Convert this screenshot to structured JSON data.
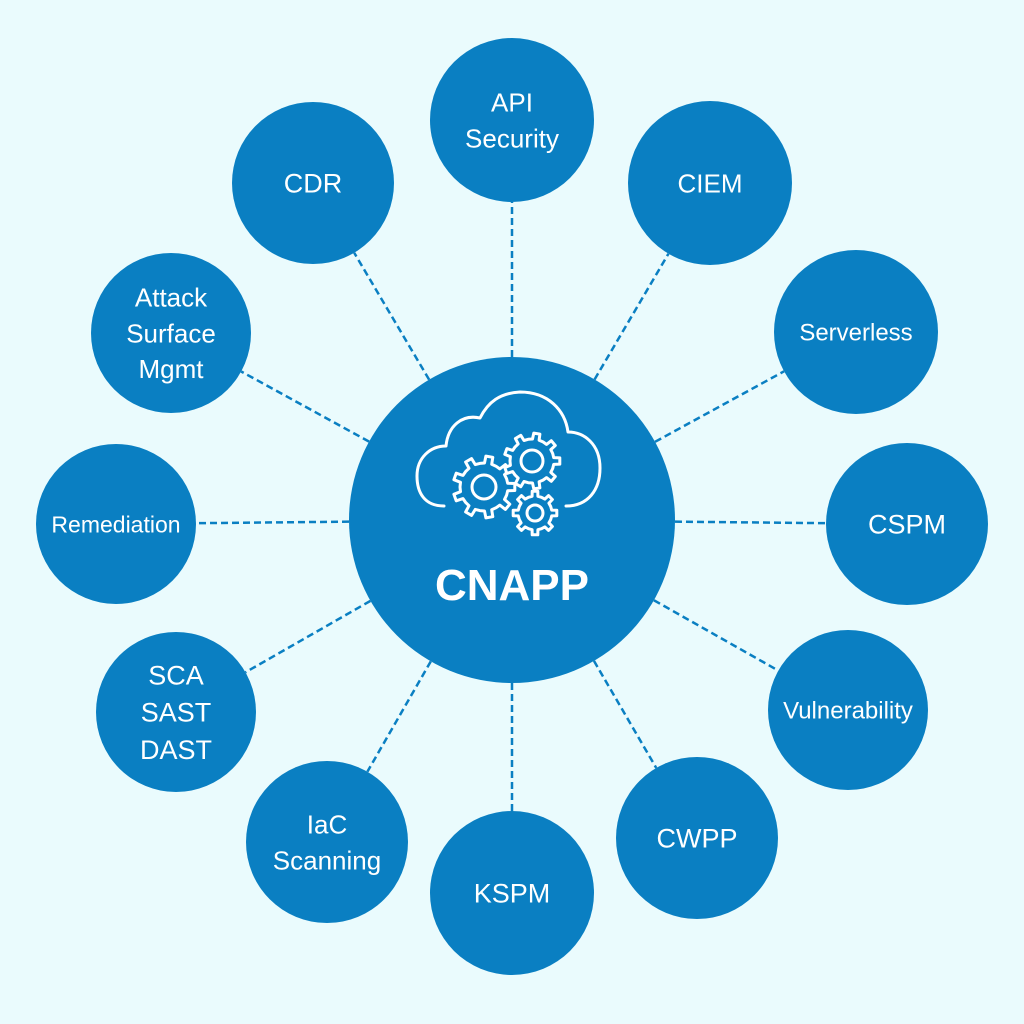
{
  "colors": {
    "background": "#EAFBFD",
    "node_fill": "#0A7FC2",
    "connector": "#0A7FC2",
    "text": "#FFFFFF"
  },
  "center": {
    "label": "CNAPP",
    "icon": "cloud-gears-icon"
  },
  "nodes": [
    {
      "id": "api-security",
      "lines": [
        "API",
        "Security"
      ]
    },
    {
      "id": "ciem",
      "lines": [
        "CIEM"
      ]
    },
    {
      "id": "serverless",
      "lines": [
        "Serverless"
      ]
    },
    {
      "id": "cspm",
      "lines": [
        "CSPM"
      ]
    },
    {
      "id": "vulnerability",
      "lines": [
        "Vulnerability"
      ]
    },
    {
      "id": "cwpp",
      "lines": [
        "CWPP"
      ]
    },
    {
      "id": "kspm",
      "lines": [
        "KSPM"
      ]
    },
    {
      "id": "iac-scanning",
      "lines": [
        "IaC",
        "Scanning"
      ]
    },
    {
      "id": "sca-sast-dast",
      "lines": [
        "SCA",
        "SAST",
        "DAST"
      ]
    },
    {
      "id": "remediation",
      "lines": [
        "Remediation"
      ]
    },
    {
      "id": "attack-surface-mgmt",
      "lines": [
        "Attack",
        "Surface",
        "Mgmt"
      ]
    },
    {
      "id": "cdr",
      "lines": [
        "CDR"
      ]
    }
  ]
}
